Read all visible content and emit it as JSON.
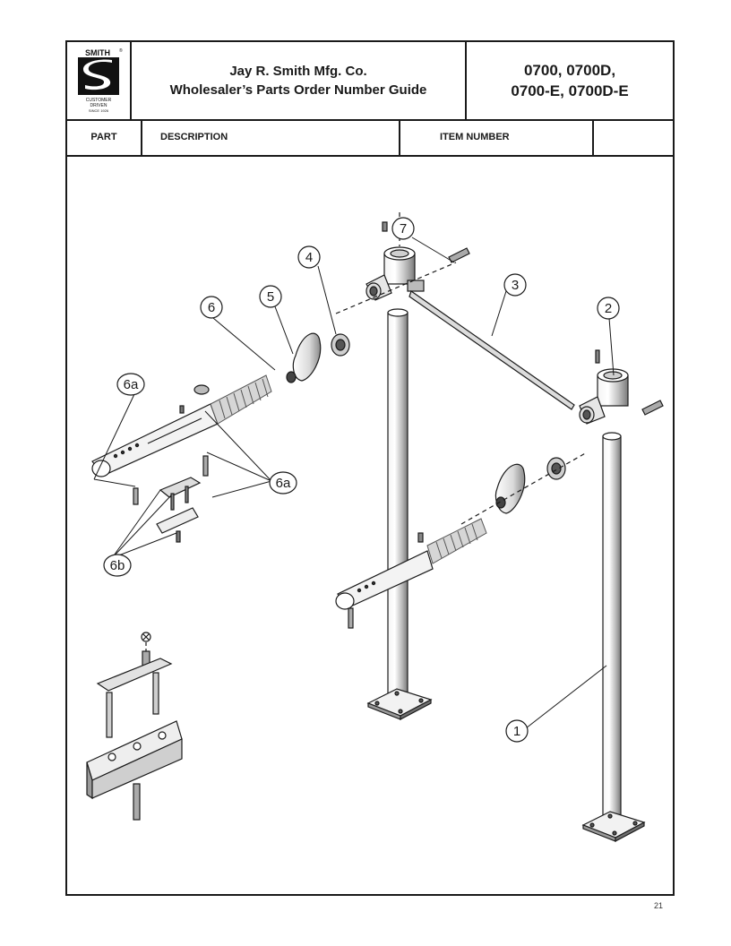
{
  "header": {
    "logo": {
      "brand": "SMITH",
      "registered": "®",
      "line1": "CUSTOMER",
      "line2": "DRIVEN",
      "line3": "SINCE 1926"
    },
    "company": "Jay R. Smith Mfg. Co.",
    "guide_title": "Wholesaler’s Parts Order Number Guide",
    "models_line1": "0700, 0700D,",
    "models_line2": "0700-E, 0700D-E"
  },
  "columns": {
    "part": "PART",
    "description": "DESCRIPTION",
    "item_number": "ITEM NUMBER",
    "blank": ""
  },
  "callouts": {
    "c1": "1",
    "c2": "2",
    "c3": "3",
    "c4": "4",
    "c5": "5",
    "c6": "6",
    "c6a_top": "6a",
    "c6a_right": "6a",
    "c6b": "6b",
    "c7": "7"
  },
  "footer": {
    "page_number": "21"
  }
}
